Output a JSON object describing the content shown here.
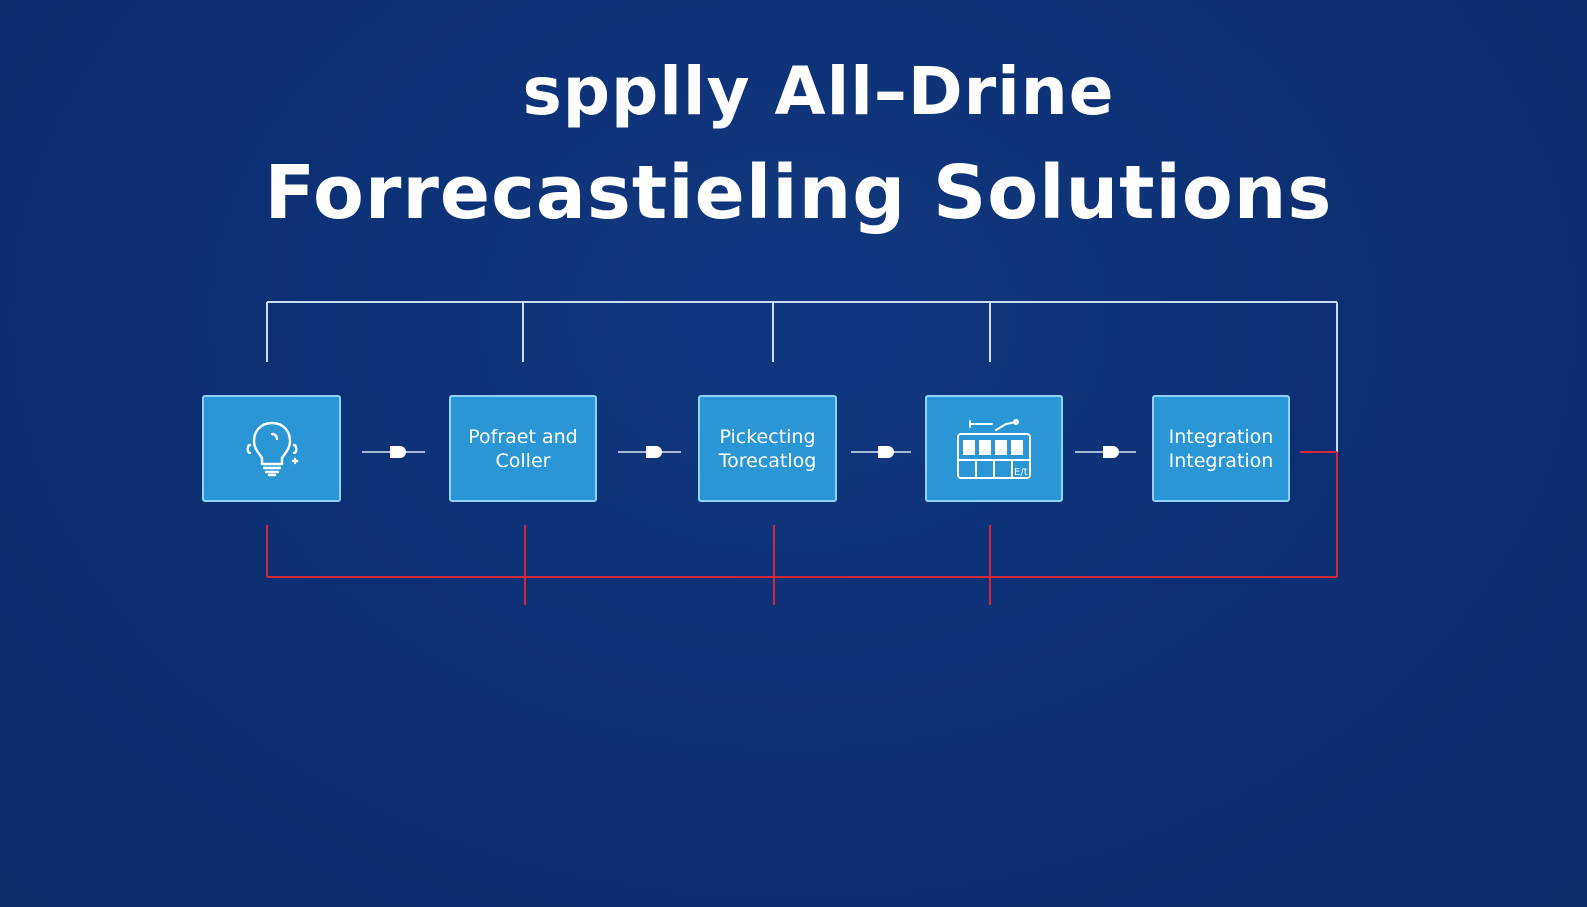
{
  "title": {
    "line1": "spplly All–Drine",
    "line2": "Forrecastieling Solutions"
  },
  "colors": {
    "background": "#0c2f73",
    "node_fill": "#2a96d6",
    "node_border": "#8fd2f5",
    "connector_top": "#c9dcf2",
    "connector_bottom": "#d4283a"
  },
  "nodes": [
    {
      "icon": "lightbulb-icon",
      "line1": "",
      "line2": ""
    },
    {
      "icon": "",
      "line1": "Pofraet and",
      "line2": "Coller"
    },
    {
      "icon": "",
      "line1": "Pickecting",
      "line2": "Torecatlog"
    },
    {
      "icon": "grid-chart-icon",
      "icon_text": "E/t",
      "line1": "",
      "line2": ""
    },
    {
      "icon": "",
      "line1": "Integration",
      "line2": "Integration"
    }
  ]
}
